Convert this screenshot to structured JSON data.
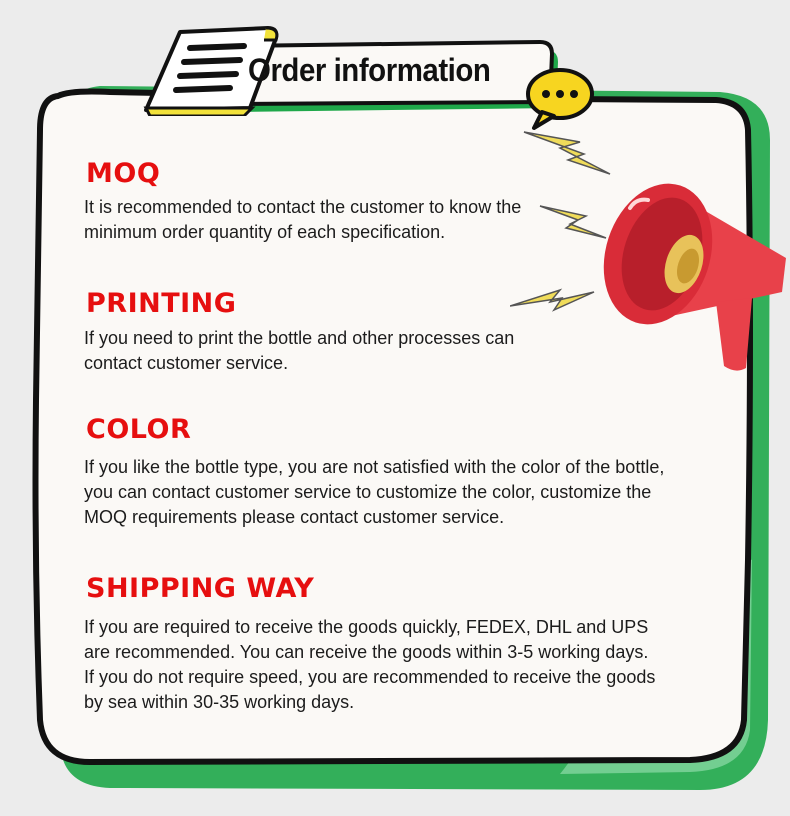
{
  "header": {
    "title": "Order information"
  },
  "sections": [
    {
      "heading": "MOQ",
      "body": " It is recommended to contact the customer to know the\nminimum order quantity of each specification."
    },
    {
      "heading": "PRINTING",
      "body": "If you need to print the bottle and other processes can\ncontact customer service."
    },
    {
      "heading": "COLOR",
      "body": "If you like the bottle type, you are not satisfied with the color of the bottle,\nyou can contact customer service to customize the color, customize the\nMOQ requirements please contact customer service."
    },
    {
      "heading": "SHIPPING WAY",
      "body": "If you are required to receive the goods quickly, FEDEX, DHL and UPS\nare recommended. You can receive the goods within 3-5 working days.\nIf you do not require speed, you are recommended to receive the goods\nby sea within 30-35 working days."
    }
  ],
  "colors": {
    "accent_red": "#e60f0f",
    "card_border": "#111111",
    "shadow_green": "#1fa84a",
    "paper_yellow": "#f2e23a",
    "megaphone_red": "#e8414a",
    "lightning_yellow": "#f0dc5a"
  },
  "icons": {
    "scroll": "document-scroll-icon",
    "chat": "speech-bubble-icon",
    "megaphone": "megaphone-icon",
    "lightning": "lightning-bolt-icon"
  }
}
